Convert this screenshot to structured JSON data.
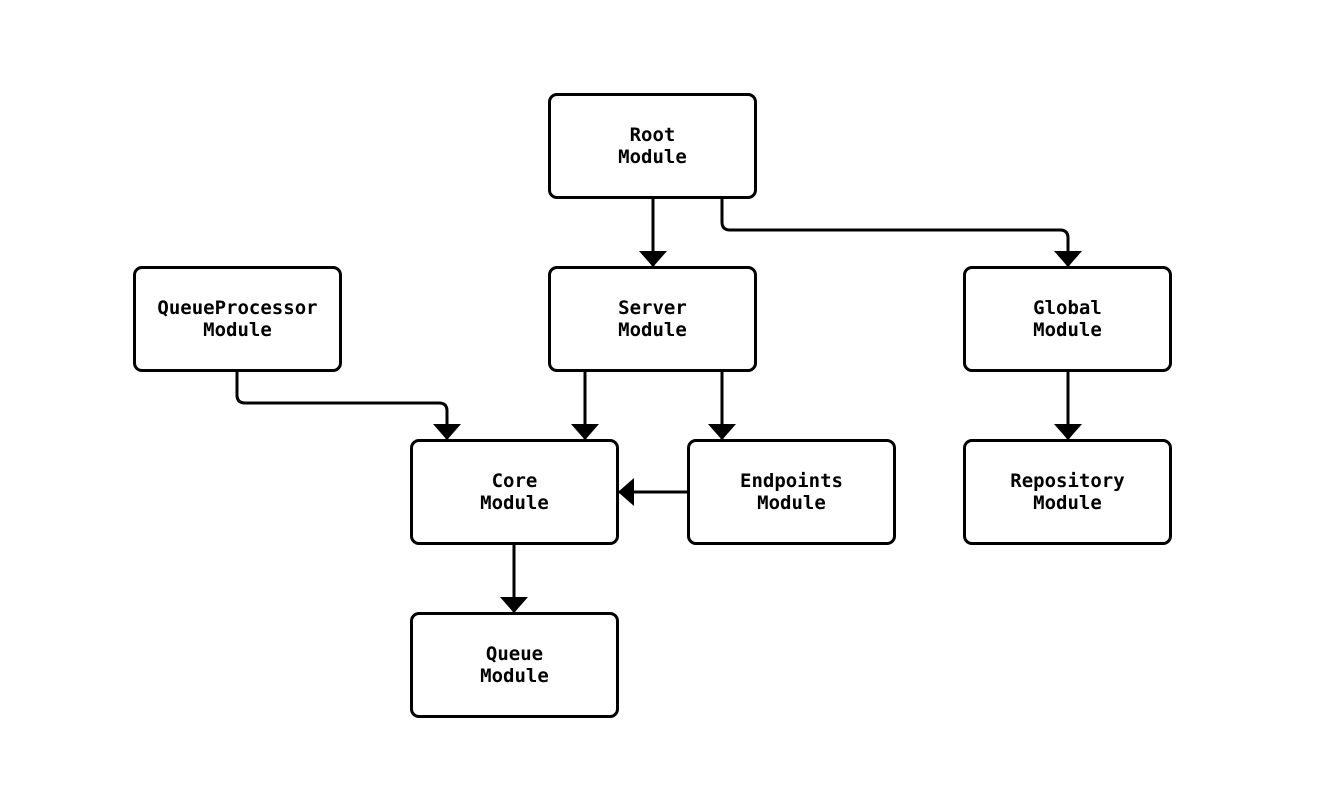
{
  "diagram": {
    "type": "module-dependency-flowchart",
    "colors": {
      "background": "#ffffff",
      "node_fill": "#ffffff",
      "stroke": "#000000",
      "text": "#000000"
    },
    "nodes": {
      "root": {
        "label": "Root\nModule"
      },
      "queue_processor": {
        "label": "QueueProcessor\nModule"
      },
      "server": {
        "label": "Server\nModule"
      },
      "global": {
        "label": "Global\nModule"
      },
      "core": {
        "label": "Core\nModule"
      },
      "endpoints": {
        "label": "Endpoints\nModule"
      },
      "repository": {
        "label": "Repository\nModule"
      },
      "queue": {
        "label": "Queue\nModule"
      }
    },
    "edges": [
      {
        "from": "Root Module",
        "to": "Server Module"
      },
      {
        "from": "Root Module",
        "to": "Global Module"
      },
      {
        "from": "QueueProcessor Module",
        "to": "Core Module"
      },
      {
        "from": "Server Module",
        "to": "Core Module"
      },
      {
        "from": "Server Module",
        "to": "Endpoints Module"
      },
      {
        "from": "Endpoints Module",
        "to": "Core Module"
      },
      {
        "from": "Global Module",
        "to": "Repository Module"
      },
      {
        "from": "Core Module",
        "to": "Queue Module"
      }
    ]
  }
}
